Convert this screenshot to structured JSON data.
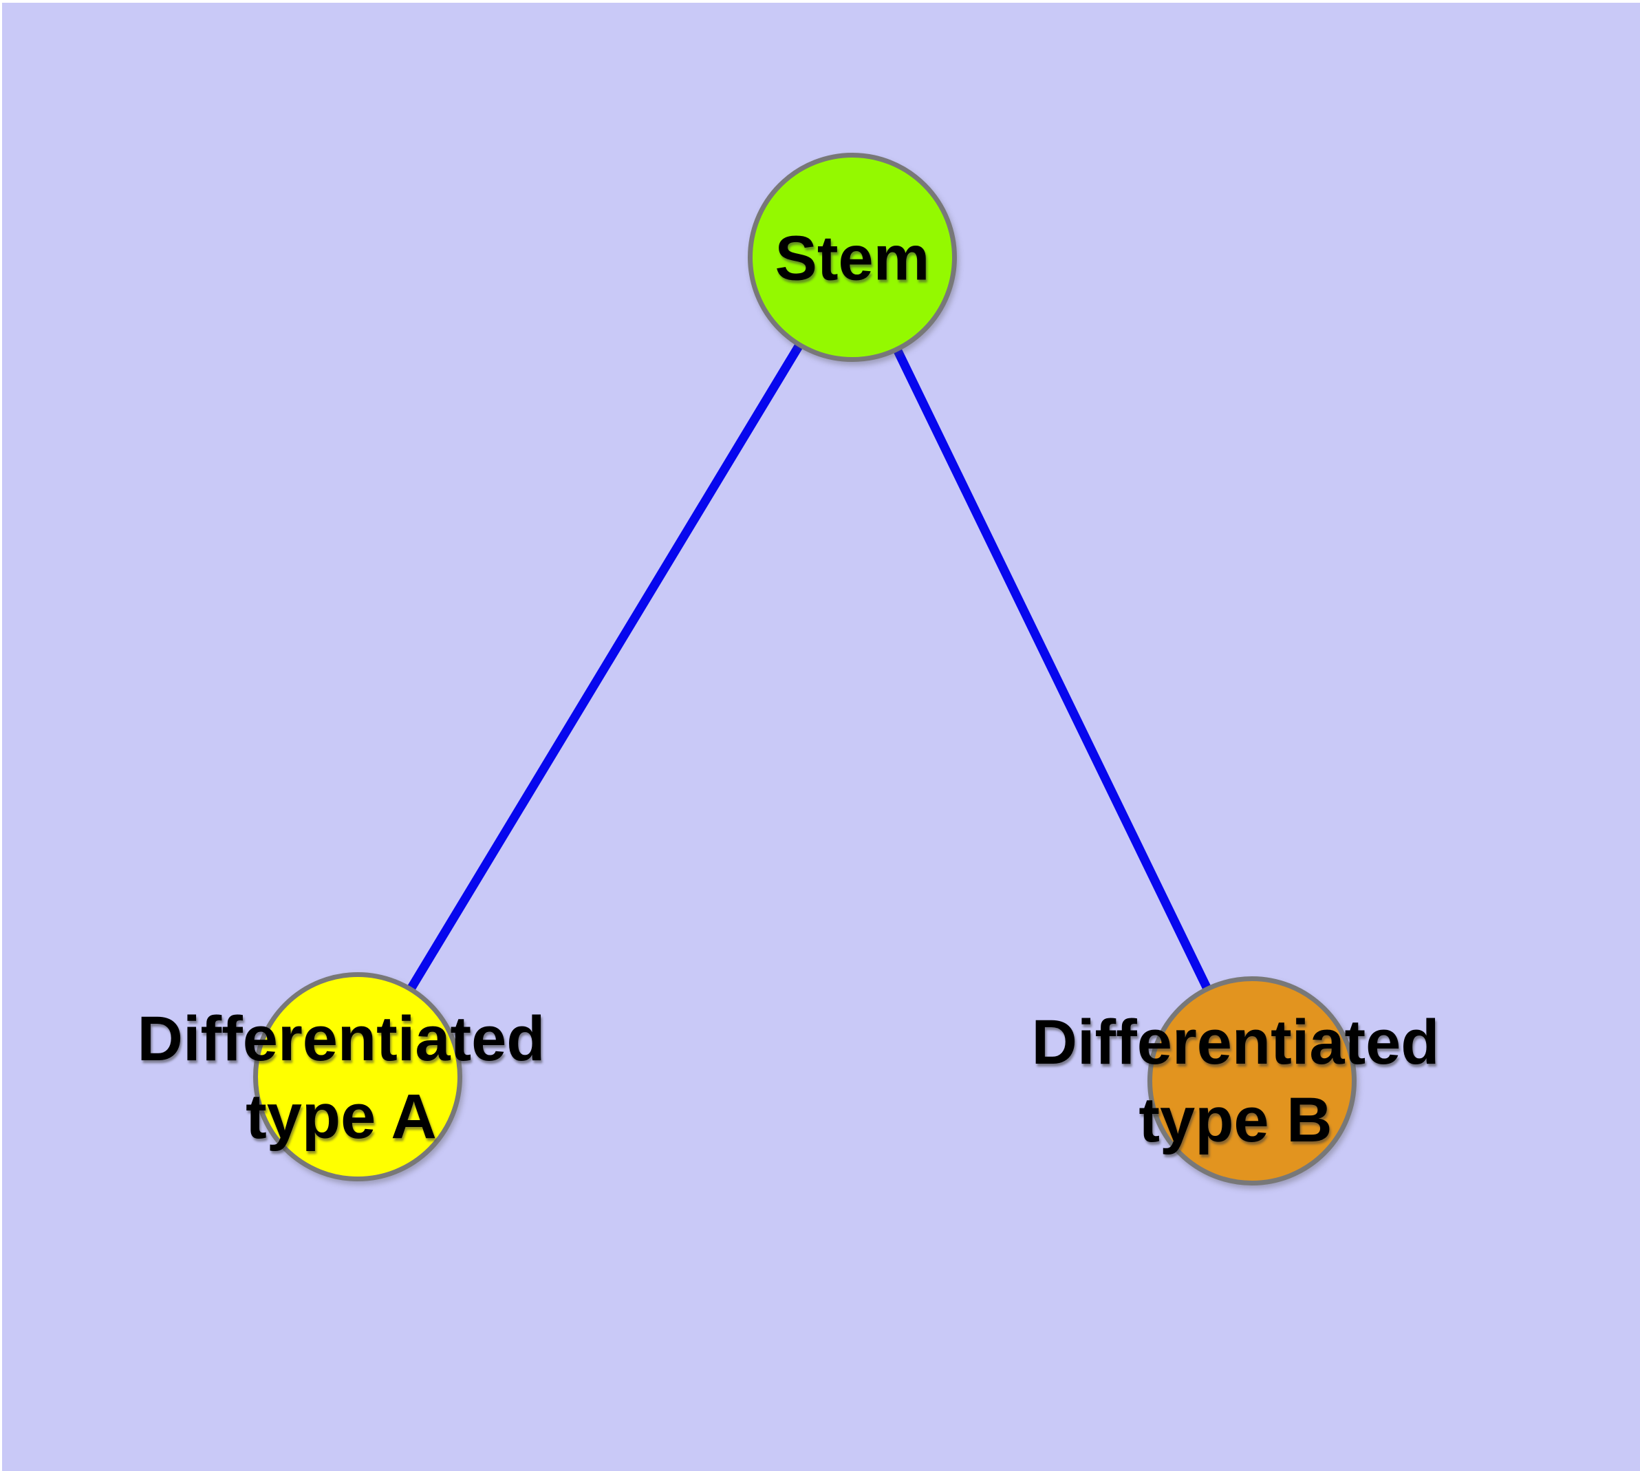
{
  "diagram": {
    "background_color": "#C9C9F7",
    "margin_color": "#FFFFFF",
    "edge_color": "#0707EE",
    "node_border_color": "#787878",
    "label_color": "#000000",
    "nodes": [
      {
        "id": "stem",
        "label": "Stem",
        "label_line1": "Stem",
        "label_line2": "",
        "fill_color": "#94F900"
      },
      {
        "id": "type-a",
        "label": "Differentiated type A",
        "label_line1": "Differentiated",
        "label_line2": "type A",
        "fill_color": "#FFFF00"
      },
      {
        "id": "type-b",
        "label": "Differentiated type B",
        "label_line1": "Differentiated",
        "label_line2": "type B",
        "fill_color": "#E2941F"
      }
    ],
    "edges": [
      {
        "from": "Stem",
        "to": "Differentiated type A"
      },
      {
        "from": "Stem",
        "to": "Differentiated type B"
      }
    ]
  }
}
